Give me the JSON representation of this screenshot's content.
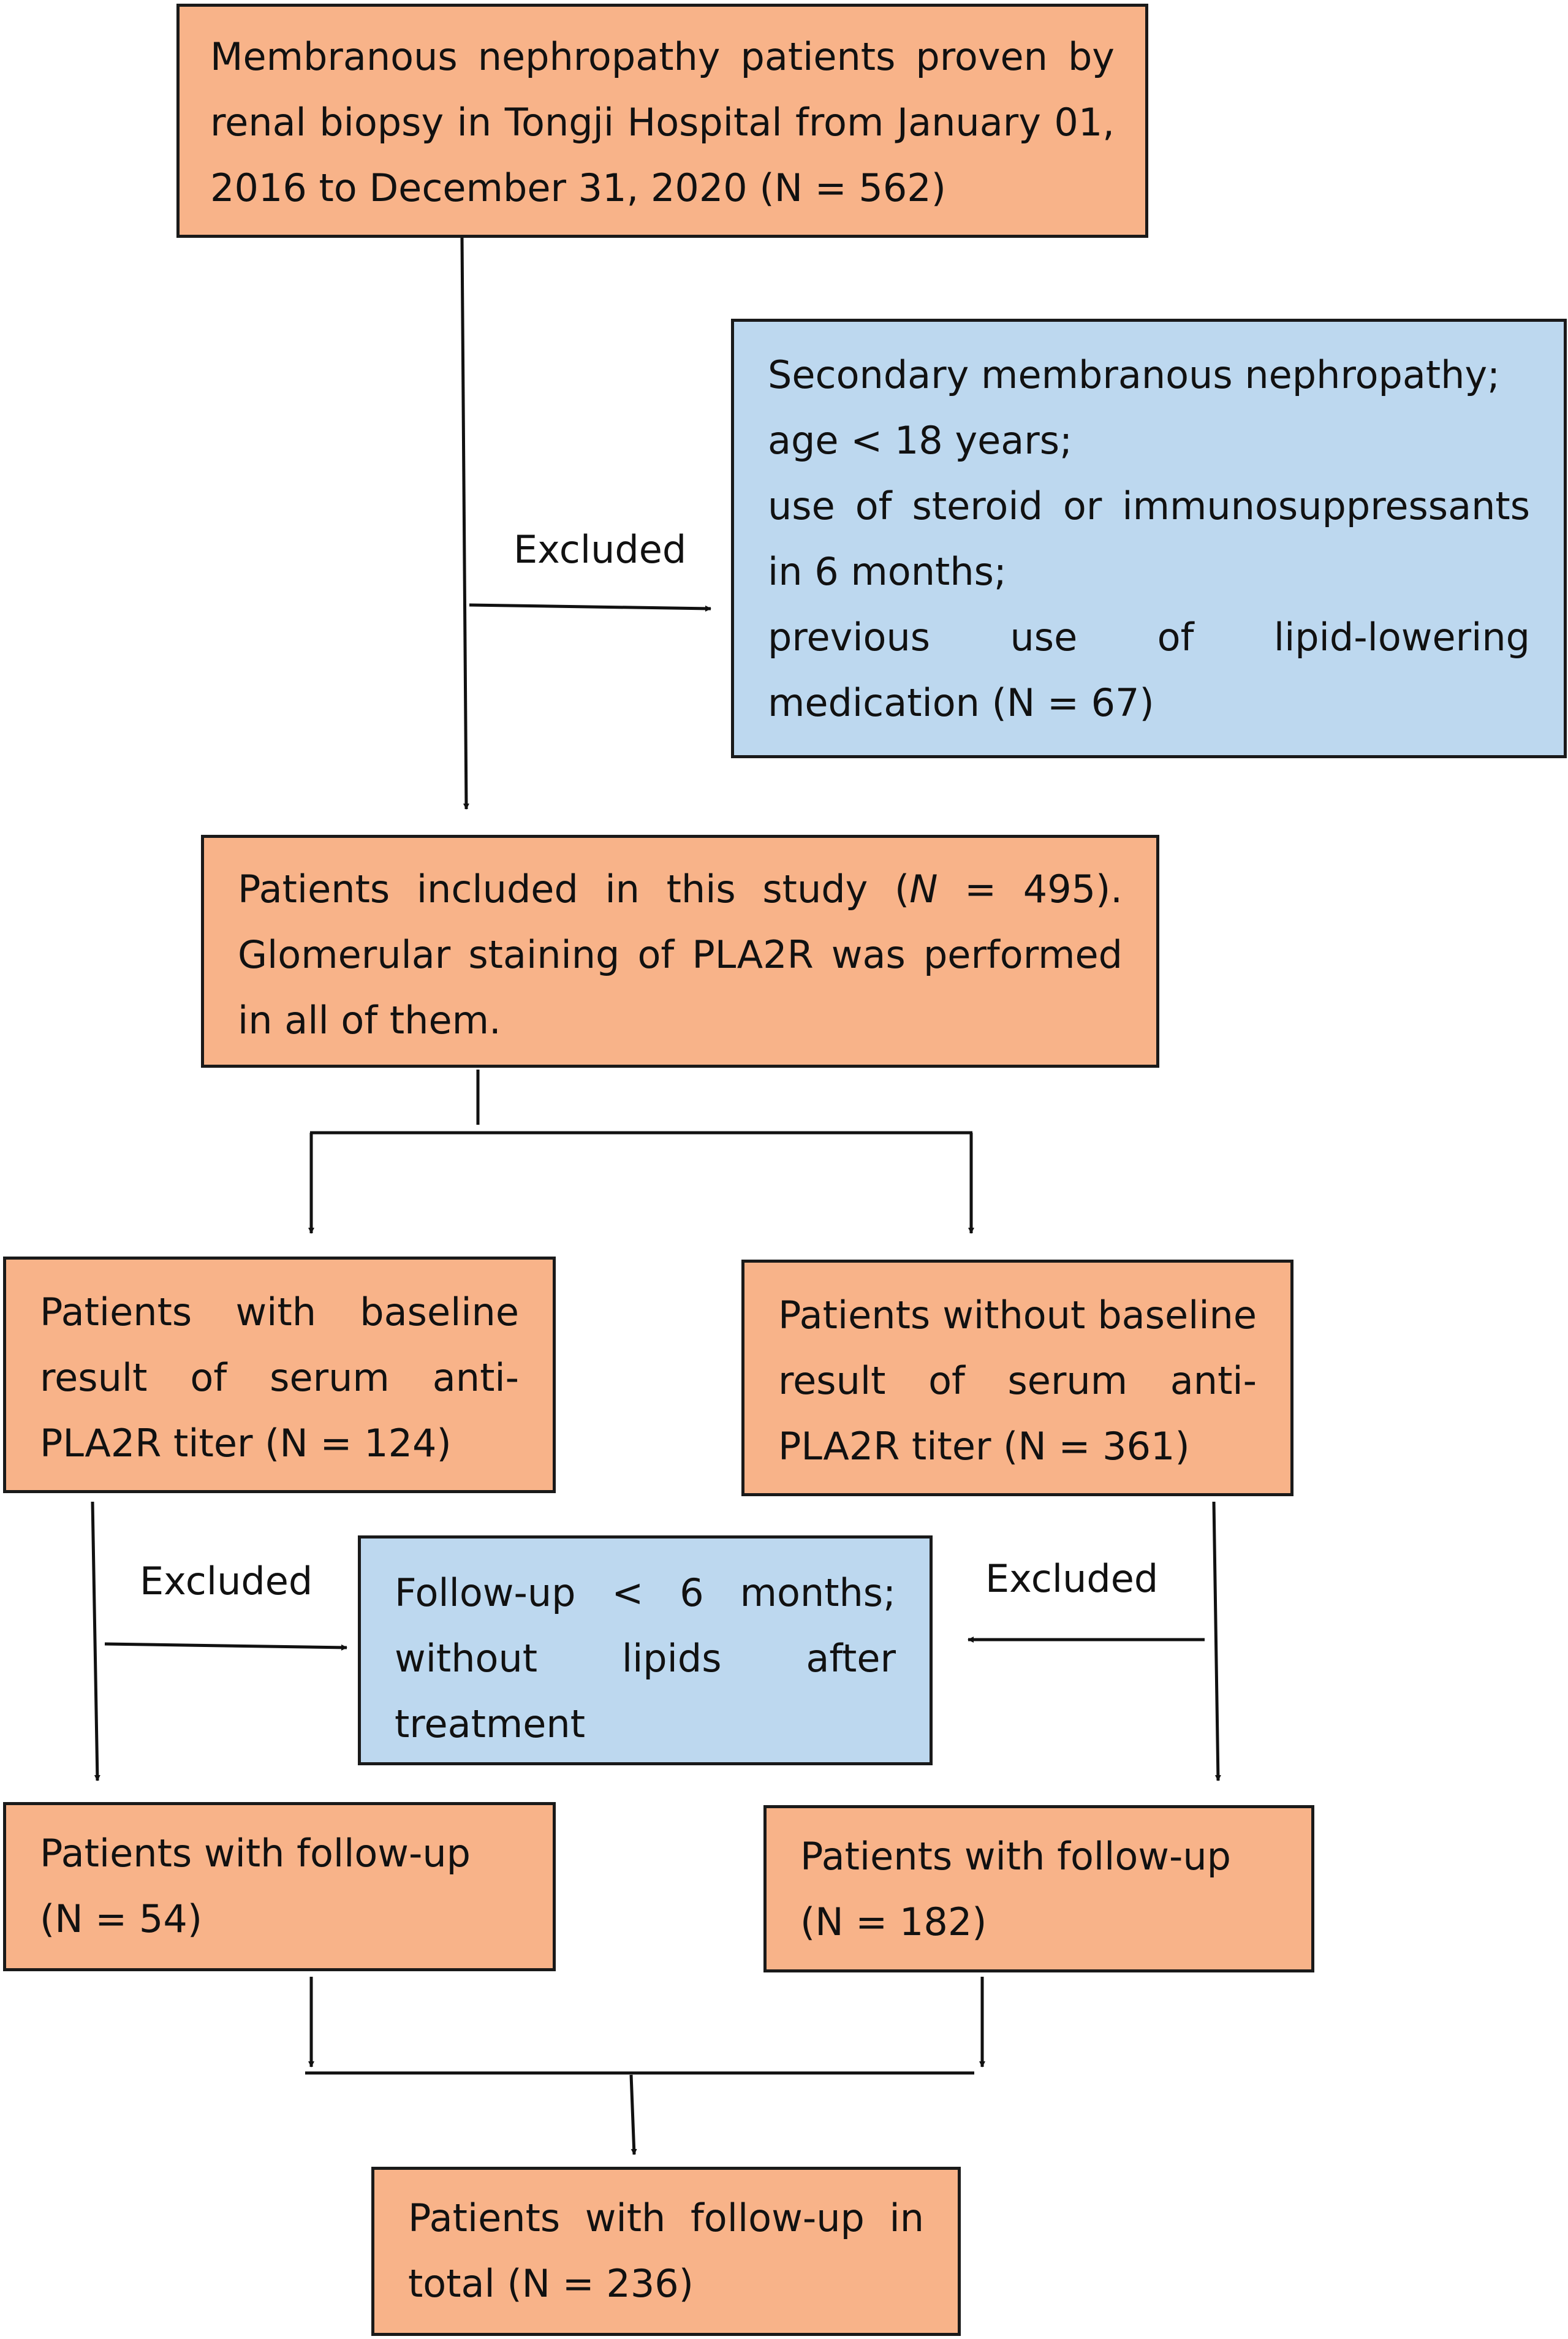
{
  "colors": {
    "orange": "#f8b389",
    "blue": "#bdd8ef",
    "line": "#111111"
  },
  "boxes": {
    "source": "Membranous nephropathy patients proven by renal biopsy in Tongji Hospital from January 01, 2016 to December 31, 2020 (N = 562)",
    "exclusion_1": {
      "items": [
        "Secondary membranous nephropathy;",
        "age < 18 years;",
        "use of steroid or immunosuppressants in 6 months;",
        "previous use of lipid-lowering medication (N = 67)"
      ]
    },
    "included": {
      "line1_prefix": "Patients included in this study (",
      "n_symbol": "N",
      "line1_suffix": " = 495). Glomerular staining of PLA2R was performed in all of them."
    },
    "with_baseline": "Patients with baseline result of serum anti-PLA2R titer (N = 124)",
    "without_baseline": "Patients without baseline result of serum anti-PLA2R titer (N = 361)",
    "exclusion_2": "Follow-up < 6 months; without lipids after treatment",
    "followup_left": "Patients with follow-up (N = 54)",
    "followup_right": "Patients with follow-up (N = 182)",
    "total": "Patients with follow-up in total (N = 236)"
  },
  "labels": {
    "excluded_top": "Excluded",
    "excluded_left": "Excluded",
    "excluded_right": "Excluded"
  }
}
